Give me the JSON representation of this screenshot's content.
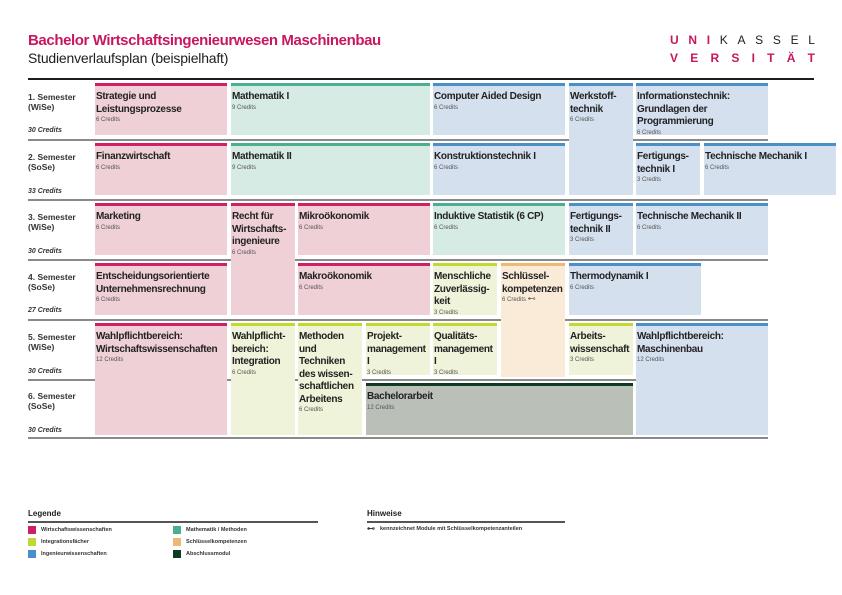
{
  "header": {
    "title": "Bachelor Wirtschaftsingenieurwesen Maschinenbau",
    "subtitle": "Studienverlaufsplan (beispielhaft)"
  },
  "logo": {
    "line1": [
      "U",
      "N",
      "I",
      "K",
      "A",
      "S",
      "S",
      "E",
      "L"
    ],
    "line2": [
      "V",
      "E",
      "R",
      "S",
      "I",
      "T",
      "Ä",
      "T"
    ]
  },
  "semesters": [
    {
      "label": "1. Semester",
      "term": "(WiSe)",
      "credits": "30 Credits"
    },
    {
      "label": "2. Semester",
      "term": "(SoSe)",
      "credits": "33 Credits"
    },
    {
      "label": "3. Semester",
      "term": "(WiSe)",
      "credits": "30 Credits"
    },
    {
      "label": "4. Semester",
      "term": "(SoSe)",
      "credits": "27 Credits"
    },
    {
      "label": "5. Semester",
      "term": "(WiSe)",
      "credits": "30 Credits"
    },
    {
      "label": "6. Semester",
      "term": "(SoSe)",
      "credits": "30 Credits"
    }
  ],
  "modules": [
    {
      "title": "Strategie und Leistungsprozesse",
      "credits": "6 Credits"
    },
    {
      "title": "Mathematik I",
      "credits": "9 Credits"
    },
    {
      "title": "Computer Aided Design",
      "credits": "6 Credits"
    },
    {
      "title": "Werkstoff-technik",
      "credits": "6 Credits"
    },
    {
      "title": "Informationstechnik: Grundlagen der Programmierung",
      "credits": "6 Credits"
    },
    {
      "title": "Finanzwirtschaft",
      "credits": "6 Credits"
    },
    {
      "title": "Mathematik II",
      "credits": "9 Credits"
    },
    {
      "title": "Konstruktionstechnik I",
      "credits": "6 Credits"
    },
    {
      "title": "Fertigungs-technik I",
      "credits": "3 Credits"
    },
    {
      "title": "Technische Mechanik I",
      "credits": "6 Credits"
    },
    {
      "title": "Marketing",
      "credits": "6 Credits"
    },
    {
      "title": "Recht für Wirtschafts-ingenieure",
      "credits": "6 Credits"
    },
    {
      "title": "Mikroökonomik",
      "credits": "6 Credits"
    },
    {
      "title": "Induktive Statistik (6 CP)",
      "credits": "6 Credits"
    },
    {
      "title": "Fertigungs-technik II",
      "credits": "3 Credits"
    },
    {
      "title": "Technische Mechanik II",
      "credits": "6 Credits"
    },
    {
      "title": "Entscheidungsorientierte Unternehmensrechnung",
      "credits": "6 Credits"
    },
    {
      "title": "Makroökonomik",
      "credits": "6 Credits"
    },
    {
      "title": "Menschliche Zuverlässig-keit",
      "credits": "3 Credits"
    },
    {
      "title": "Schlüssel-kompetenzen",
      "credits": "6 Credits"
    },
    {
      "title": "Thermodynamik I",
      "credits": "6 Credits"
    },
    {
      "title": "Wahlpflichtbereich: Wirtschaftswissenschaften",
      "credits": "12 Credits"
    },
    {
      "title": "Wahlpflicht-bereich: Integration",
      "credits": "6 Credits"
    },
    {
      "title": "Methoden und Techniken des wissen-schaftlichen Arbeitens",
      "credits": "6 Credits"
    },
    {
      "title": "Projekt-management I",
      "credits": "3 Credits"
    },
    {
      "title": "Qualitäts-management I",
      "credits": "3 Credits"
    },
    {
      "title": "Arbeits-wissenschaft",
      "credits": "3 Credits"
    },
    {
      "title": "Wahlpflichtbereich: Maschinenbau",
      "credits": "12 Credits"
    },
    {
      "title": "Bachelorarbeit",
      "credits": "12 Credits"
    }
  ],
  "legend": {
    "title": "Legende",
    "items": [
      {
        "label": "Wirtschaftswissenschaften",
        "color": "#d11f63"
      },
      {
        "label": "Integrationsfächer",
        "color": "#c3d82e"
      },
      {
        "label": "Ingenieurwissenschaften",
        "color": "#4a90c8"
      },
      {
        "label": "Mathematik / Methoden",
        "color": "#4aae93"
      },
      {
        "label": "Schlüsselkompetenzen",
        "color": "#ebb974"
      },
      {
        "label": "Abschlussmodul",
        "color": "#0f3a24"
      }
    ]
  },
  "notes": {
    "title": "Hinweise",
    "text": "kennzeichnet Module mit Schlüsselkompetenzanteilen",
    "icon": "key-icon"
  }
}
